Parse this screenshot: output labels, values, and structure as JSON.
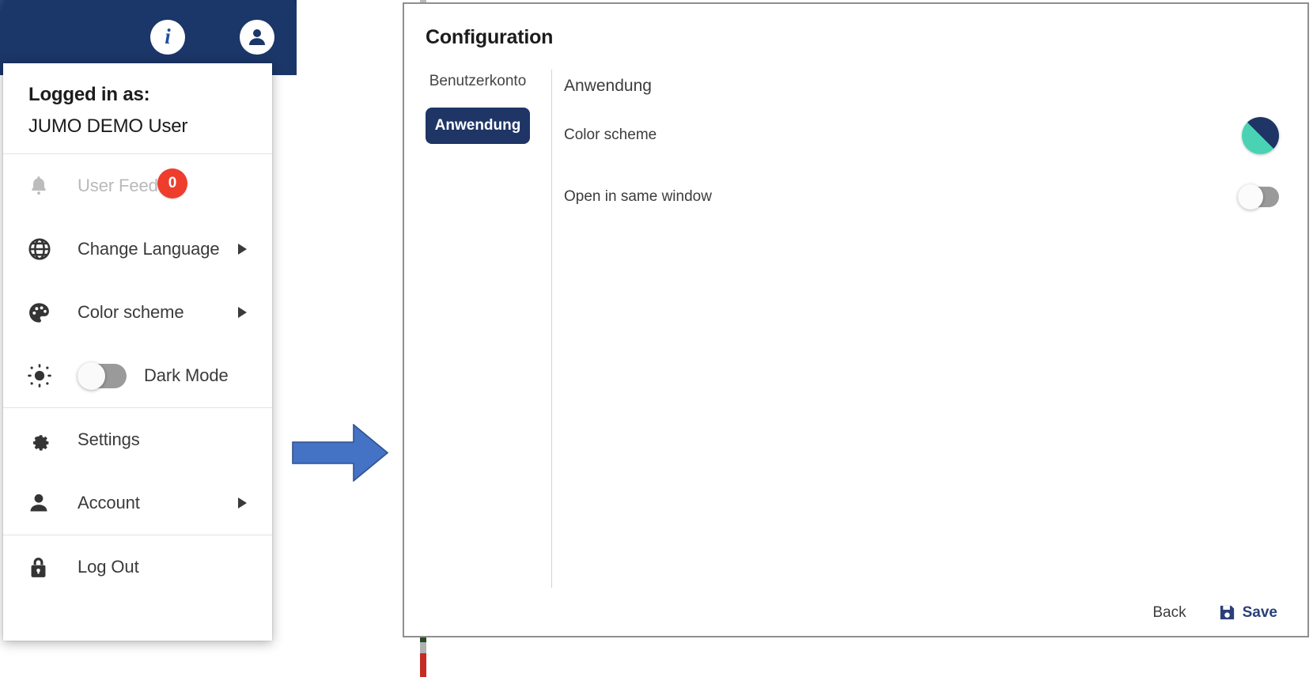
{
  "app_header": {
    "icons": [
      {
        "name": "info-icon",
        "glyph": "i"
      },
      {
        "name": "account-icon",
        "glyph": "person"
      }
    ]
  },
  "user_menu": {
    "logged_in_label": "Logged in as:",
    "user_name": "JUMO  DEMO User",
    "groups": [
      {
        "items": [
          {
            "icon": "bell-icon",
            "label": "User Feed",
            "badge": "0",
            "disabled": true,
            "submenu": false
          },
          {
            "icon": "globe-icon",
            "label": "Change Language",
            "badge": null,
            "disabled": false,
            "submenu": true
          },
          {
            "icon": "palette-icon",
            "label": "Color scheme",
            "badge": null,
            "disabled": false,
            "submenu": true
          },
          {
            "icon": "sun-icon",
            "label": "Dark Mode",
            "badge": null,
            "disabled": false,
            "submenu": false,
            "toggle": "off"
          }
        ]
      },
      {
        "items": [
          {
            "icon": "gear-icon",
            "label": "Settings",
            "badge": null,
            "disabled": false,
            "submenu": false
          },
          {
            "icon": "person-icon",
            "label": "Account",
            "badge": null,
            "disabled": false,
            "submenu": true
          }
        ]
      },
      {
        "items": [
          {
            "icon": "lock-icon",
            "label": "Log Out",
            "badge": null,
            "disabled": false,
            "submenu": false
          }
        ]
      }
    ]
  },
  "flow_arrow": {
    "direction": "right",
    "fill": "#4472c4",
    "stroke": "#2f528f"
  },
  "config_dialog": {
    "title": "Configuration",
    "tabs": [
      {
        "label": "Benutzerkonto",
        "active": false
      },
      {
        "label": "Anwendung",
        "active": true
      }
    ],
    "pane_title": "Anwendung",
    "settings": [
      {
        "label": "Color scheme",
        "control": "color-swatch",
        "colors": [
          "#1e3566",
          "#49d3b4"
        ]
      },
      {
        "label": "Open in same window",
        "control": "toggle",
        "state": "off"
      }
    ],
    "footer": {
      "back_label": "Back",
      "save_label": "Save",
      "save_icon": "floppy-disk-icon"
    }
  },
  "colors": {
    "brand_navy": "#1e3566",
    "accent_teal": "#49d3b4",
    "badge_red": "#ee3c2d",
    "arrow_blue": "#4472c4"
  }
}
